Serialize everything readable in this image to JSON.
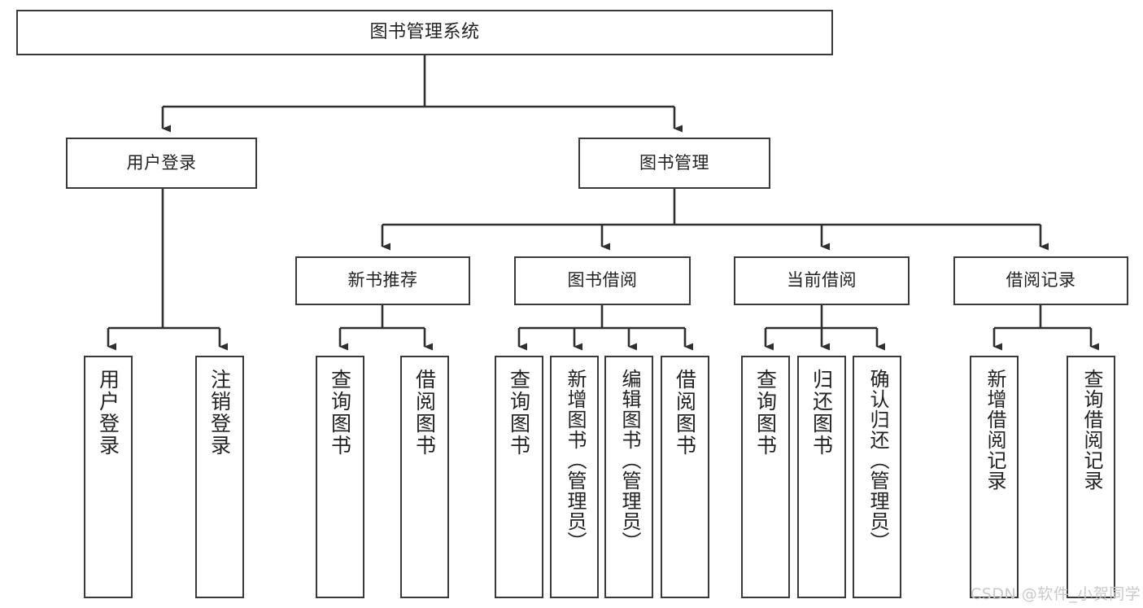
{
  "diagram": {
    "type": "tree-hierarchy-chart",
    "title": "图书管理系统",
    "colors": {
      "box_border": "#3a3a3a",
      "box_fill": "#ffffff",
      "connector": "#2f2f2f",
      "text": "#222222",
      "watermark": "#c9c9c9",
      "background": "#ffffff"
    },
    "levels": {
      "root": {
        "label": "图书管理系统"
      },
      "level2": [
        {
          "label": "用户登录"
        },
        {
          "label": "图书管理"
        }
      ],
      "level3": [
        {
          "label": "新书推荐"
        },
        {
          "label": "图书借阅"
        },
        {
          "label": "当前借阅"
        },
        {
          "label": "借阅记录"
        }
      ],
      "leaves": {
        "user_login": [
          {
            "label": "用户登录"
          },
          {
            "label": "注销登录"
          }
        ],
        "new_book_recommend": [
          {
            "label": "查询图书"
          },
          {
            "label": "借阅图书"
          }
        ],
        "book_borrow": [
          {
            "label": "查询图书"
          },
          {
            "label": "新增图书（管理员）"
          },
          {
            "label": "编辑图书（管理员）"
          },
          {
            "label": "借阅图书"
          }
        ],
        "current_borrow": [
          {
            "label": "查询图书"
          },
          {
            "label": "归还图书"
          },
          {
            "label": "确认归还（管理员）"
          }
        ],
        "borrow_record": [
          {
            "label": "新增借阅记录"
          },
          {
            "label": "查询借阅记录"
          }
        ]
      }
    },
    "watermark": {
      "text": "CSDN @软件_小贺同学"
    }
  }
}
